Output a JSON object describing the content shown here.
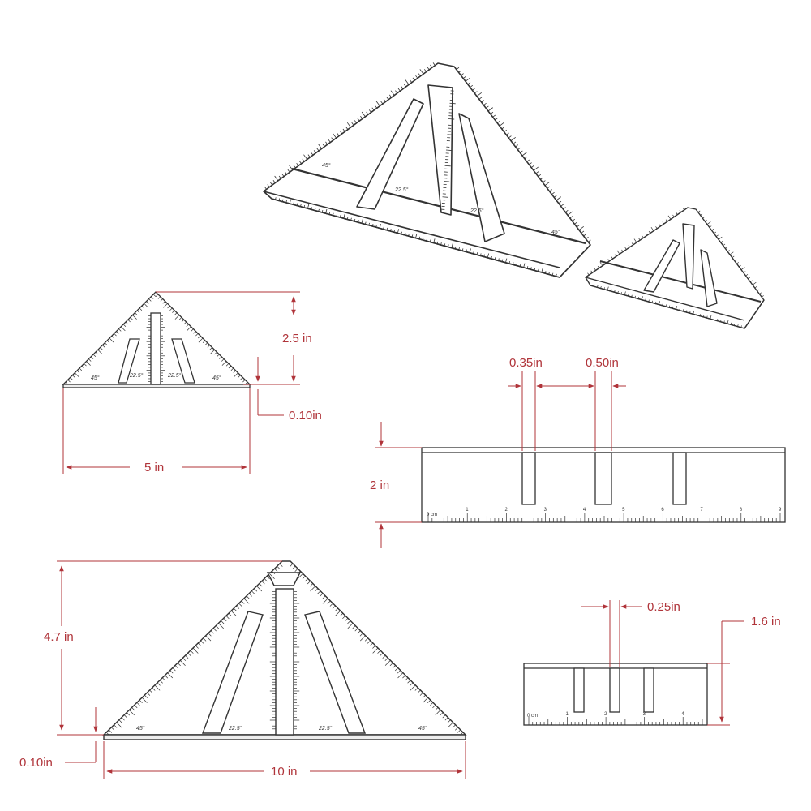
{
  "dimensions": {
    "small_height": "2.5 in",
    "small_base_thickness": "0.10in",
    "small_width": "5 in",
    "slot_small": "0.35in",
    "slot_large": "0.50in",
    "front_height": "2 in",
    "large_height": "4.7 in",
    "large_base_thickness": "0.10in",
    "large_width": "10 in",
    "slot_mini": "0.25in",
    "side_height": "1.6 in"
  },
  "ruler_marks": {
    "angle_45": "45°",
    "angle_22_5": "22.5°",
    "units": "0 cm",
    "front_ticks": [
      "1",
      "2",
      "3",
      "4",
      "5",
      "6",
      "7",
      "8",
      "9"
    ],
    "side_ticks": [
      "1",
      "2",
      "3",
      "4"
    ]
  },
  "colors": {
    "dimension": "#b0343a",
    "outline": "#333333"
  }
}
